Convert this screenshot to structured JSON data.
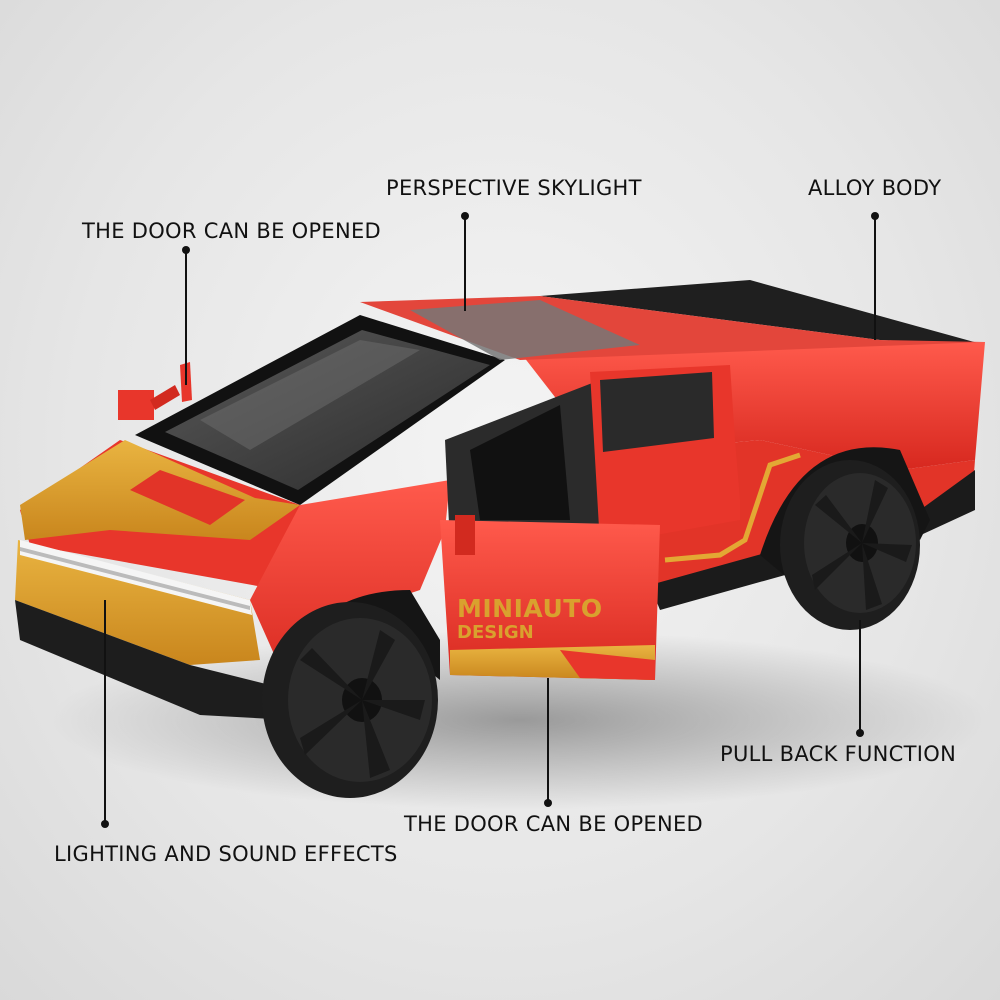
{
  "callouts": {
    "door_opened_top": "THE DOOR CAN BE OPENED",
    "perspective_skylight": "PERSPECTIVE SKYLIGHT",
    "alloy_body": "ALLOY BODY",
    "pull_back_function": "PULL BACK FUNCTION",
    "door_opened_bottom": "THE DOOR CAN BE OPENED",
    "lighting_sound": "LIGHTING AND SOUND EFFECTS"
  },
  "door_brand": {
    "line1": "MINIAUTO",
    "line2": "DESIGN"
  },
  "colors": {
    "body_red": "#e8362b",
    "gold": "#d9a12e",
    "tire_black": "#1e1e1e",
    "text": "#111111"
  }
}
